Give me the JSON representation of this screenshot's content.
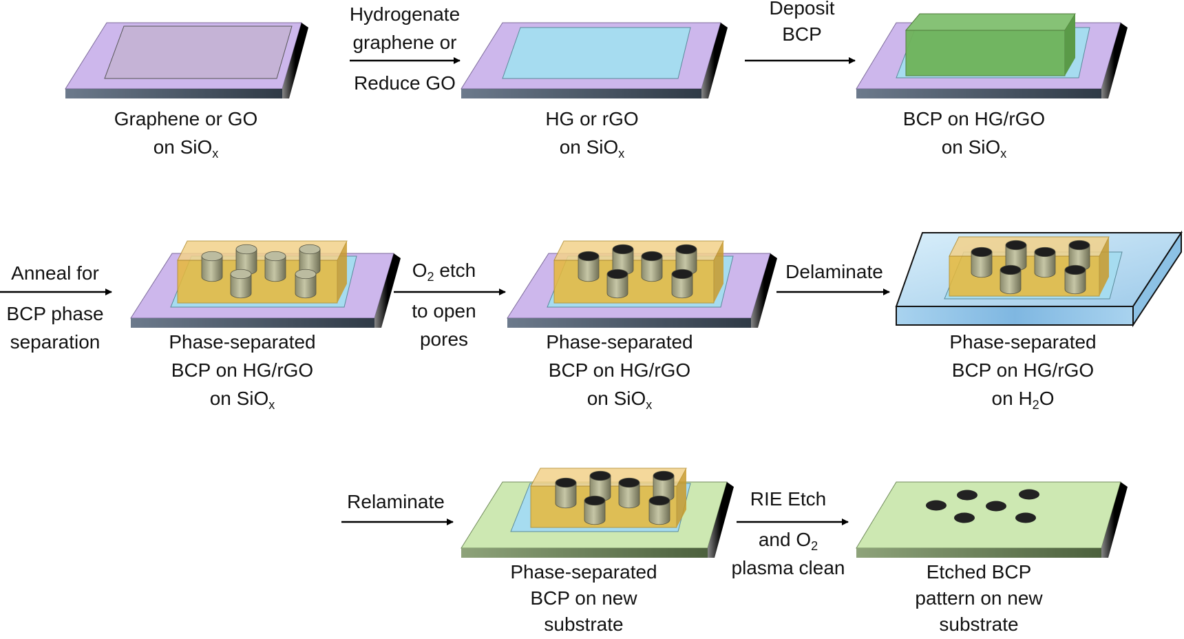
{
  "steps": [
    {
      "caption": [
        "Graphene or GO",
        "on SiO"
      ],
      "sub": "x"
    },
    {
      "caption": [
        "HG or rGO",
        "on SiO"
      ],
      "sub": "x"
    },
    {
      "caption": [
        "BCP on HG/rGO",
        "on SiO"
      ],
      "sub": "x"
    },
    {
      "caption": [
        "Phase-separated",
        "BCP on HG/rGO",
        "on SiO"
      ],
      "sub": "x"
    },
    {
      "caption": [
        "Phase-separated",
        "BCP on HG/rGO",
        "on SiO"
      ],
      "sub": "x"
    },
    {
      "caption": [
        "Phase-separated",
        "BCP on HG/rGO",
        "on H",
        "O"
      ],
      "sub": "2"
    },
    {
      "caption": [
        "Phase-separated",
        "BCP on new",
        "substrate"
      ]
    },
    {
      "caption": [
        "Etched BCP",
        "pattern on new",
        "substrate"
      ]
    }
  ],
  "arrows": [
    {
      "text": [
        "Hydrogenate",
        "graphene or",
        "Reduce GO"
      ]
    },
    {
      "text": [
        "Deposit",
        "BCP"
      ]
    },
    {
      "text": [
        "Anneal for",
        "BCP phase",
        "separation"
      ]
    },
    {
      "text": [
        "O",
        " etch",
        "to open",
        "pores"
      ],
      "sub": "2"
    },
    {
      "text": [
        "Delaminate"
      ]
    },
    {
      "text": [
        "Relaminate"
      ]
    },
    {
      "text": [
        "RIE Etch",
        "and O",
        "plasma clean"
      ],
      "sub": "2"
    }
  ],
  "colors": {
    "siox": "#cdb7ec",
    "siox_edge": "#3a4654",
    "graphene": "#c5b3d6",
    "hg": "#a6dcf0",
    "bcp_green": "#6fb35a",
    "bcp_yellow": "#e8b93a",
    "pore": "#2a2a2a",
    "pillar": "#a9a98a",
    "new_substrate": "#cde8b2",
    "new_substrate_edge": "#5f7a4a",
    "water": "#b7dcf3"
  }
}
